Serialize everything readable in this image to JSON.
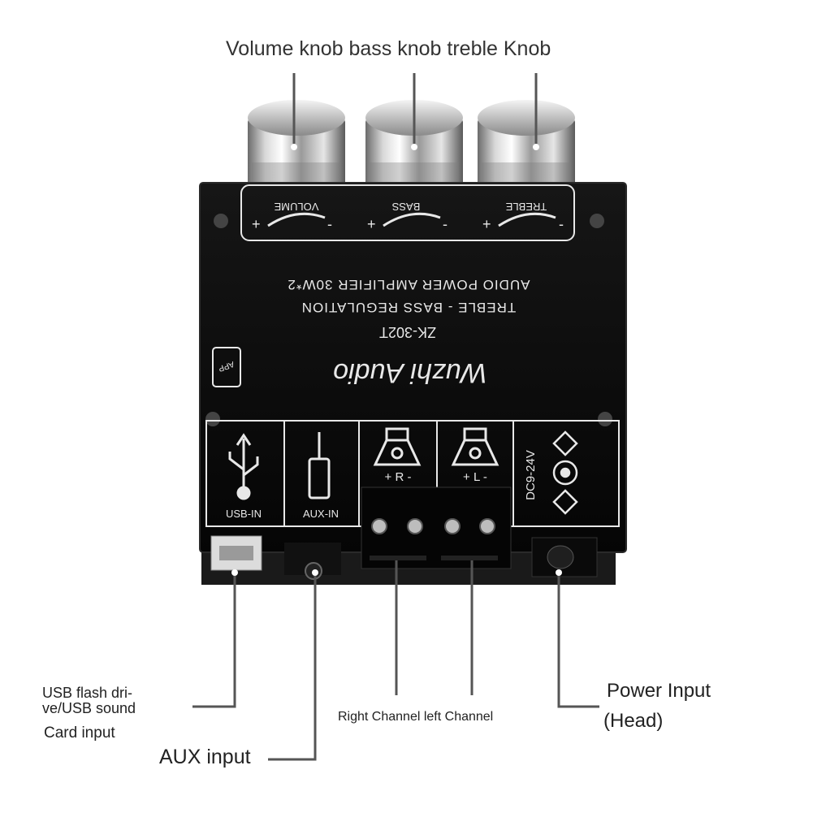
{
  "callouts": {
    "knobs": "Volume knob bass knob treble Knob",
    "usb_line1": "USB flash dri-",
    "usb_line2": "ve/USB sound",
    "usb_line3": "Card input",
    "aux": "AUX input",
    "channels": "Right Channel left Channel",
    "power_line1": "Power Input",
    "power_line2": "(Head)"
  },
  "board": {
    "knob_labels": [
      "VOLUME",
      "BASS",
      "TREBLE"
    ],
    "plus_sign": "+",
    "minus_sign": "-",
    "line1": "AUDIO POWER AMPLIFIER 30W*2",
    "line2": "TREBLE - BASS REGULATION",
    "model": "ZK-302T",
    "brand": "Wuzhi Audio",
    "app_label": "APP",
    "port_usb": "USB-IN",
    "port_aux": "AUX-IN",
    "speaker_r": "+ R -",
    "speaker_l": "+ L -",
    "dc_label": "DC9-24V"
  },
  "colors": {
    "board": "#0d0d0d",
    "silkscreen": "#e8e8e8",
    "leader": "#555555"
  }
}
